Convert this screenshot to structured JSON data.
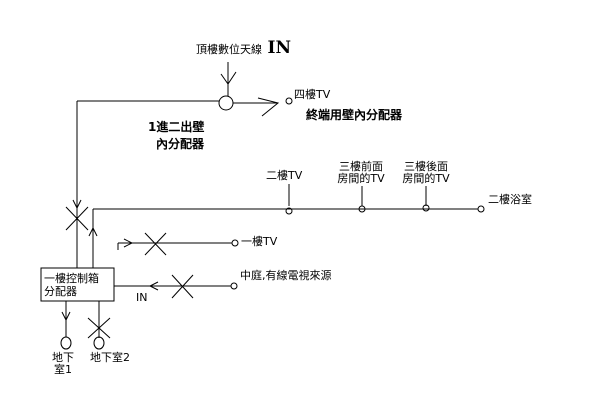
{
  "labels": {
    "antenna": "頂樓數位天線",
    "antenna_in": "IN",
    "floor4": "四樓TV",
    "wall_outlet": "終端用壁內分配器",
    "splitter_line1": "1進二出壁",
    "splitter_line2": "內分配器",
    "floor2": "二樓TV",
    "floor3_front_line1": "三樓前面",
    "floor3_front_line2": "房間的TV",
    "floor3_back_line1": "三樓後面",
    "floor3_back_line2": "房間的TV",
    "bath2": "二樓浴室",
    "floor1": "一樓TV",
    "courtyard": "中庭,有線電視來源",
    "box_line1": "一樓控制箱",
    "box_line2": "分配器",
    "box_in": "IN",
    "basement1_line1": "地下",
    "basement1_line2": "室1",
    "basement2": "地下室2"
  },
  "colors": {
    "line": "#000000",
    "background": "#ffffff"
  }
}
